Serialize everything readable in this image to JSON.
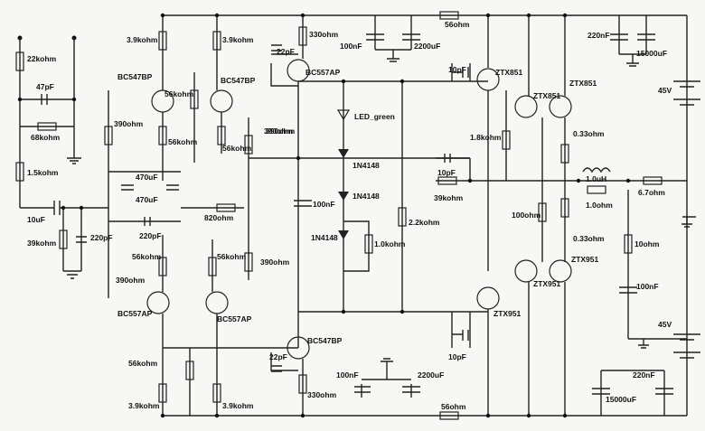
{
  "labels": {
    "r_22k": "22kohm",
    "c_47p": "47pF",
    "r_68k": "68kohm",
    "r_1k5": "1.5kohm",
    "c_10u": "10uF",
    "r_39k_in": "39kohm",
    "c_220p_in": "220pF",
    "r_3k9_a": "3.9kohm",
    "r_3k9_b": "3.9kohm",
    "q_bc547_a": "BC547BP",
    "q_bc547_b": "BC547BP",
    "r_56k_a": "56kohm",
    "r_56k_b": "56kohm",
    "r_56k_c": "56kohm",
    "r_390_a": "390ohm",
    "c_470u_a": "470uF",
    "c_470u_b": "470uF",
    "r_820": "820ohm",
    "c_220p_mid": "220pF",
    "r_390_b": "390ohm",
    "r_56k_d": "56kohm",
    "r_56k_e": "56kohm",
    "r_390_c": "390ohm",
    "q_bc557_a": "BC557AP",
    "q_bc557_b": "BC557AP",
    "r_56k_f": "56kohm",
    "r_3k9_c": "3.9kohm",
    "r_3k9_d": "3.9kohm",
    "c_22p_top": "22pF",
    "r_330_top": "330ohm",
    "q_bc557_top": "BC557AP",
    "r_390_mid": "390ohm",
    "c_100n_mid": "100nF",
    "q_bc547_bot": "BC547BP",
    "c_22p_bot": "22pF",
    "r_330_bot": "330ohm",
    "c_100n_top": "100nF",
    "c_2200u_top": "2200uF",
    "r_56_top": "56ohm",
    "c_10p_top": "10pF",
    "led": "LED_green",
    "d1": "1N4148",
    "d2": "1N4148",
    "d3": "1N4148",
    "r_1k": "1.0kohm",
    "r_2k2": "2.2kohm",
    "c_100n_bot": "100nF",
    "c_2200u_bot": "2200uF",
    "r_56_bot": "56ohm",
    "q_ztx851_a": "ZTX851",
    "q_ztx851_b": "ZTX851",
    "q_ztx851_c": "ZTX851",
    "r_1k8": "1.8kohm",
    "c_10p_mid": "10pF",
    "r_39k_fb": "39kohm",
    "r_100_a": "100ohm",
    "q_ztx951_a": "ZTX951",
    "q_ztx951_b": "ZTX951",
    "q_ztx951_c": "ZTX951",
    "c_10p_bot": "10pF",
    "r_0r33_a": "0.33ohm",
    "r_0r33_b": "0.33ohm",
    "l_1u": "1.0uH",
    "r_1r": "1.0ohm",
    "r_6r7": "6.7ohm",
    "r_10": "10ohm",
    "c_100n_out": "100nF",
    "c_220n_top": "220nF",
    "c_15000u_top": "15000uF",
    "v_45_top": "45V",
    "c_220n_bot": "220nF",
    "c_15000u_bot": "15000uF",
    "v_45_bot": "45V"
  }
}
